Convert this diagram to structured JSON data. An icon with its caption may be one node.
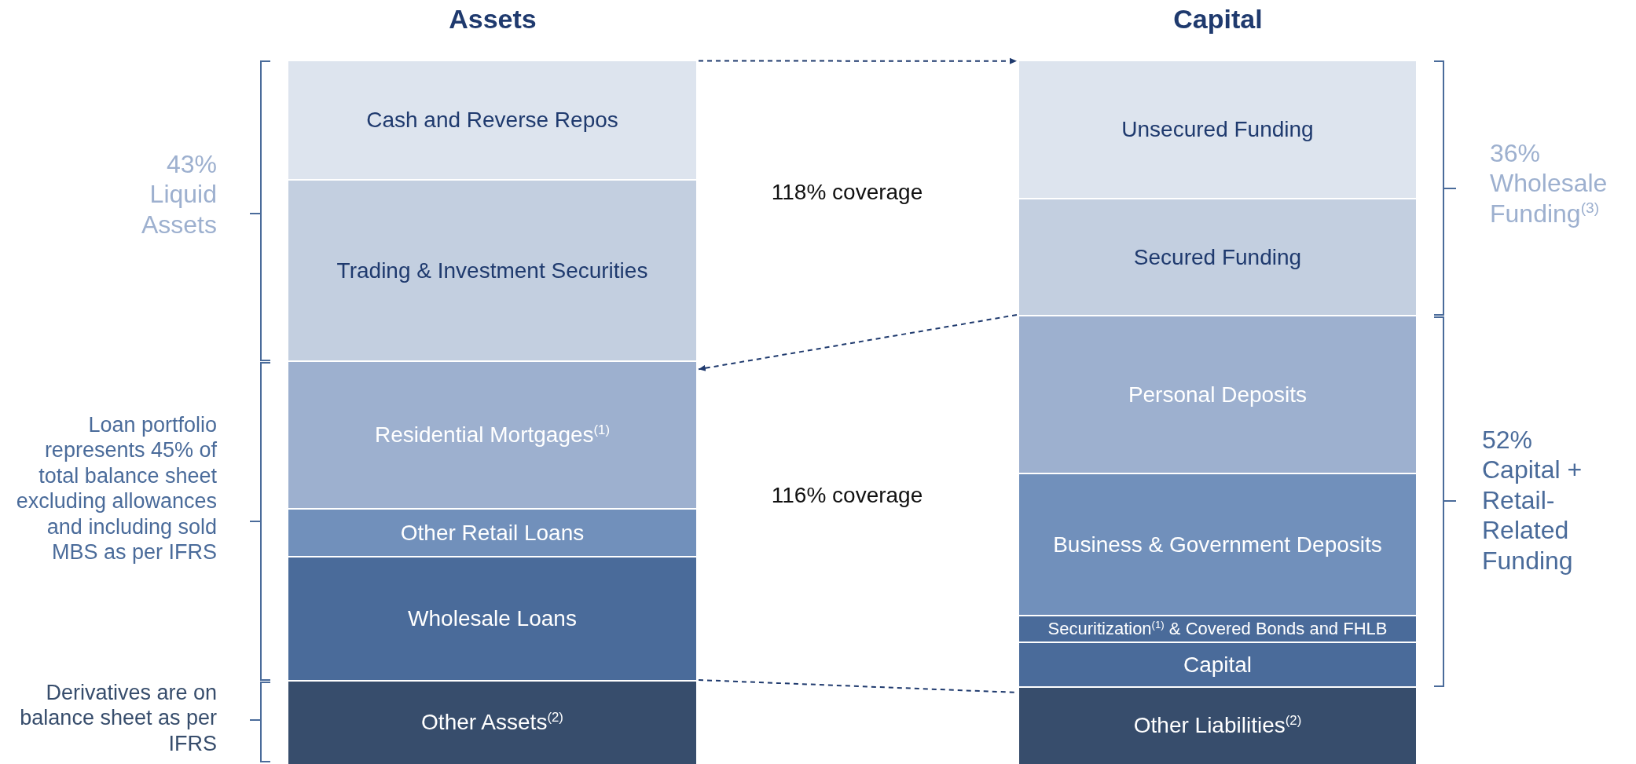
{
  "diagram": {
    "nodes": [
      {
        "text": [
          "Cash and Reverse Repos"
        ]
      },
      {
        "text": [
          "Trading & Investment Securities"
        ]
      },
      {
        "text": [
          "Residential Mortgages$^{(1)}$"
        ]
      },
      {
        "text": [
          "Other Retail Loans"
        ]
      },
      {
        "text": [
          "Wholesale Loans"
        ]
      },
      {
        "text": [
          "Other Assets$^{(2)}$"
        ]
      },
      {
        "text": [
          "Unsecured Funding"
        ]
      },
      {
        "text": [
          "Secured Funding"
        ]
      },
      {
        "text": [
          "Personal Deposits"
        ]
      },
      {
        "text": [
          "Business & Government Deposits"
        ]
      },
      {
        "text": [
          "Securitization$^{(1)}$ & Covered Bonds and FHLB"
        ]
      },
      {
        "text": [
          "Capital"
        ]
      },
      {
        "text": [
          "Other Liabilities$^{(2)}$"
        ]
      }
    ],
    "edges": [
      {
        "from": 0,
        "to": 6,
        "arrow": "to",
        "style": "dashed"
      },
      {
        "from": 7,
        "to": 2,
        "arrow": "to",
        "style": "dashed"
      },
      {
        "from": 5,
        "to": 12,
        "arrow": "none",
        "style": "dashed"
      }
    ],
    "labels": [
      "Assets",
      "Capital",
      "43% Liquid Assets",
      "118% coverage",
      "36% Wholesale Funding$^{(3)}$",
      "Loan portfolio represents 45% of total balance sheet excluding allowances and including sold MBS as per IFRS",
      "116% coverage",
      "52% Capital + Retail-Related Funding",
      "Derivatives are on balance sheet as per IFRS"
    ]
  }
}
